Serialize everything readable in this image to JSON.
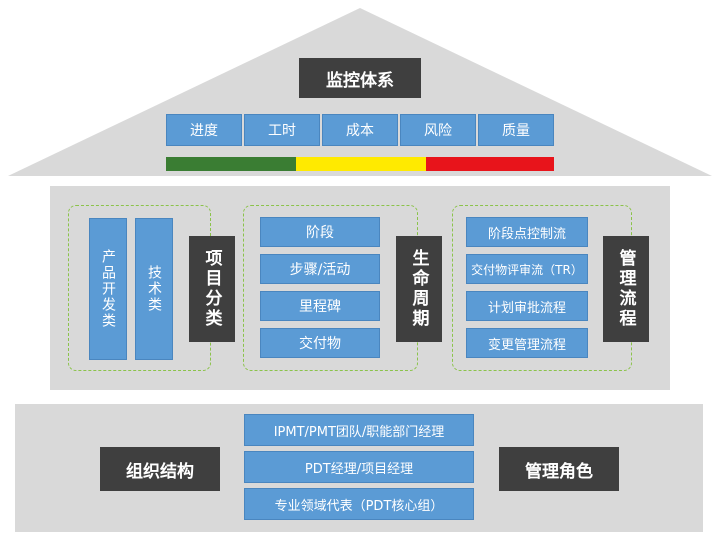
{
  "roof": {
    "title": "监控体系",
    "metrics": [
      "进度",
      "工时",
      "成本",
      "风险",
      "质量"
    ],
    "status_bar_colors": [
      "#3a7d33",
      "#ffea00",
      "#e8141b"
    ]
  },
  "middle": {
    "categories": {
      "items": [
        "产品开发类",
        "技术类"
      ],
      "label": "项目分类"
    },
    "lifecycle": {
      "items": [
        "阶段",
        "步骤/活动",
        "里程碑",
        "交付物"
      ],
      "label": "生命周期"
    },
    "process": {
      "items": [
        "阶段点控制流",
        "交付物评审流（TR）",
        "计划审批流程",
        "变更管理流程"
      ],
      "label": "管理流程"
    }
  },
  "base": {
    "left_label": "组织结构",
    "roles": [
      "IPMT/PMT团队/职能部门经理",
      "PDT经理/项目经理",
      "专业领域代表（PDT核心组）"
    ],
    "right_label": "管理角色"
  }
}
